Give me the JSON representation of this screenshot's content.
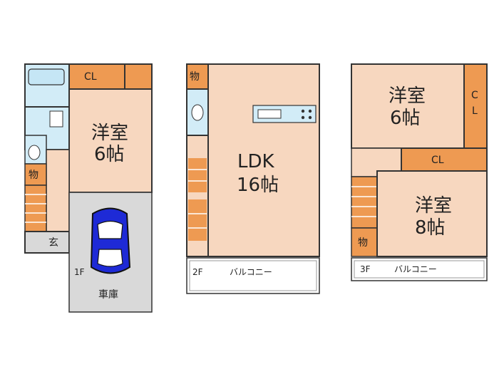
{
  "colors": {
    "room": "#f7d7bf",
    "closet": "#ee9a52",
    "wet": "#d2ecf7",
    "garage": "#d9d9d9",
    "wall": "#333333",
    "stairs": "#ee9a52"
  },
  "floor1": {
    "floor_label": "1F",
    "garage_label": "車庫",
    "room_name": "洋室",
    "room_size": "6帖",
    "closet_label": "CL",
    "storage_label": "物",
    "entrance_label": "玄"
  },
  "floor2": {
    "floor_label": "2F",
    "storage_label": "物",
    "ldk_name": "LDK",
    "ldk_size": "16帖",
    "balcony_label": "バルコニー"
  },
  "floor3": {
    "floor_label": "3F",
    "room_a_name": "洋室",
    "room_a_size": "6帖",
    "closet_a_label_1": "C",
    "closet_a_label_2": "L",
    "closet_b_label": "CL",
    "room_b_name": "洋室",
    "room_b_size": "8帖",
    "storage_label": "物",
    "balcony_label": "バルコニー"
  }
}
